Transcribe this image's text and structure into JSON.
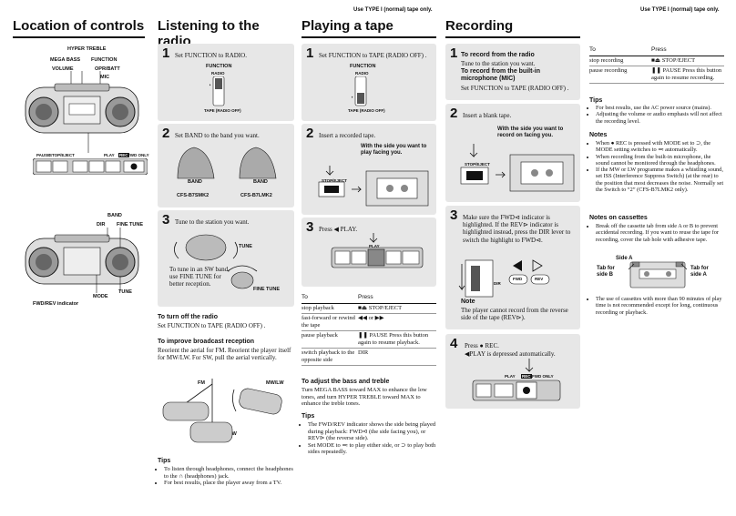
{
  "top_note_left": "Use TYPE I (normal) tape only.",
  "top_note_right": "Use TYPE I (normal) tape only.",
  "location": {
    "title": "Location of controls",
    "labels": {
      "hyper_treble": "HYPER TREBLE",
      "mega_bass": "MEGA BASS",
      "volume": "VOLUME",
      "function": "FUNCTION",
      "opr_batt": "OPR/BATT",
      "mic": "MIC",
      "pause": "PAUSE",
      "stop_eject": "STOP/EJECT",
      "play": "PLAY",
      "rec": "REC",
      "fwd_only": "FWD ONLY",
      "band": "BAND",
      "dir": "DIR",
      "fine_tune": "FINE TUNE",
      "tune": "TUNE",
      "mode": "MODE",
      "fwd_rev": "FWD/REV indicator"
    }
  },
  "radio": {
    "title": "Listening to the radio",
    "steps": [
      {
        "num": "1",
        "text": "Set FUNCTION to RADIO."
      },
      {
        "num": "2",
        "text": "Set BAND to the band you want."
      },
      {
        "num": "3",
        "text": "Tune to the station you want."
      }
    ],
    "step1_labels": {
      "function": "FUNCTION",
      "radio": "RADIO",
      "tape": "TAPE (RADIO OFF)"
    },
    "step2_labels": {
      "band": "BAND",
      "model_a": "CFS-B7SMK2",
      "model_b": "CFS-B7LMK2"
    },
    "step3_labels": {
      "tune": "TUNE",
      "fine_tune": "FINE TUNE",
      "note": "To tune in an SW band, use FINE TUNE for better reception."
    },
    "turn_off_title": "To turn off the radio",
    "turn_off_text": "Set FUNCTION to TAPE (RADIO OFF) .",
    "improve_title": "To improve broadcast reception",
    "improve_text": "Reorient the aerial for FM. Reorient the player itself for MW/LW. For SW, pull the aerial vertically.",
    "aerial_labels": {
      "fm": "FM",
      "mwlw": "MW/LW",
      "sw": "SW"
    },
    "tips_title": "Tips",
    "tips": [
      "To listen through headphones, connect the headphones to the ∩ (headphones) jack.",
      "For best results, place the player away from a TV."
    ]
  },
  "tape": {
    "title": "Playing a tape",
    "steps": [
      {
        "num": "1",
        "text": "Set FUNCTION to TAPE (RADIO OFF) ."
      },
      {
        "num": "2",
        "text": "Insert a recorded tape."
      },
      {
        "num": "3",
        "text": "Press ◀ PLAY."
      }
    ],
    "step1_labels": {
      "function": "FUNCTION",
      "radio": "RADIO",
      "tape": "TAPE (RADIO OFF)"
    },
    "step2_labels": {
      "side_note": "With the side you want to play facing you.",
      "stop_eject": "STOP/EJECT"
    },
    "step3_labels": {
      "play": "PLAY"
    },
    "table": {
      "headers": [
        "To",
        "Press"
      ],
      "rows": [
        [
          "stop playback",
          "■⏏ STOP/EJECT"
        ],
        [
          "fast-forward or rewind the tape",
          "◀◀ or ▶▶"
        ],
        [
          "pause playback",
          "❚❚ PAUSE Press this button again to resume playback."
        ],
        [
          "switch playback to the opposite side",
          "DIR"
        ]
      ]
    },
    "bass_title": "To adjust the bass and treble",
    "bass_text": "Turn MEGA BASS toward MAX to enhance the low tones, and turn HYPER TREBLE toward MAX to enhance the treble tones.",
    "tips_title": "Tips",
    "tips": [
      "The FWD/REV indicator shows the side being played during playback: FWD⊲ (the side facing you), or REV⊳ (the reverse side).",
      "Set MODE to ≕ to play either side, or ⊃ to play both sides repeatedly."
    ]
  },
  "recording": {
    "title": "Recording",
    "step1_title_radio": "To record from the radio",
    "step1_text_radio": "Tune to the station you want.",
    "step1_title_mic": "To record from the built-in microphone (MIC)",
    "step1_text_mic": "Set FUNCTION to TAPE (RADIO OFF) .",
    "step2_text": "Insert a blank tape.",
    "step2_side": "With the side you want to record on facing you.",
    "step2_stop": "STOP/EJECT",
    "step3_text": "Make sure the FWD⊲ indicator is highlighted. If the REV⊳ indicator is highlighted instead, press the DIR lever to switch the highlight to FWD⊲.",
    "step3_labels": {
      "dir": "DIR",
      "fwd": "FWD",
      "rev": "REV"
    },
    "step3_note_title": "Note",
    "step3_note": "The player cannot record from the reverse side of the tape (REV⊳).",
    "step4_text1": "Press ● REC.",
    "step4_text2": "◀PLAY is depressed automatically.",
    "step4_labels": {
      "play": "PLAY",
      "rec": "REC",
      "fwd_only": "FWD ONLY"
    },
    "steps": [
      "1",
      "2",
      "3",
      "4"
    ],
    "table": {
      "headers": [
        "To",
        "Press"
      ],
      "rows": [
        [
          "stop recording",
          "■⏏ STOP/EJECT"
        ],
        [
          "pause recording",
          "❚❚ PAUSE Press this button again to resume recording."
        ]
      ]
    },
    "tips_title": "Tips",
    "tips": [
      "For best results, use the AC power source (mains).",
      "Adjusting the volume or audio emphasis will not affect the recording level."
    ],
    "notes_title": "Notes",
    "notes": [
      "When ● REC is pressed with MODE set to ⊃, the MODE setting switches to ≕ automatically.",
      "When recording from the built-in microphone, the sound cannot be monitored through the headphones.",
      "If the MW or LW programme makes a whistling sound, set ISS (Interference Suppress Switch) (at the rear) to the position that most decreases the noise. Normally set the Switch to “2” (CFS-B7LMK2 only)."
    ],
    "cassette_title": "Notes on cassettes",
    "cassette_notes": [
      "Break off the cassette tab from side A or B to prevent accidental recording. If you want to reuse the tape for recording, cover the tab hole with adhesive tape."
    ],
    "cassette_labels": {
      "side_a": "Side A",
      "tab_b": "Tab for side B",
      "tab_a": "Tab for side A"
    },
    "cassette_note2": "The use of cassettes with more than 90 minutes of play time is not recommended except for long, continuous recording or playback."
  }
}
